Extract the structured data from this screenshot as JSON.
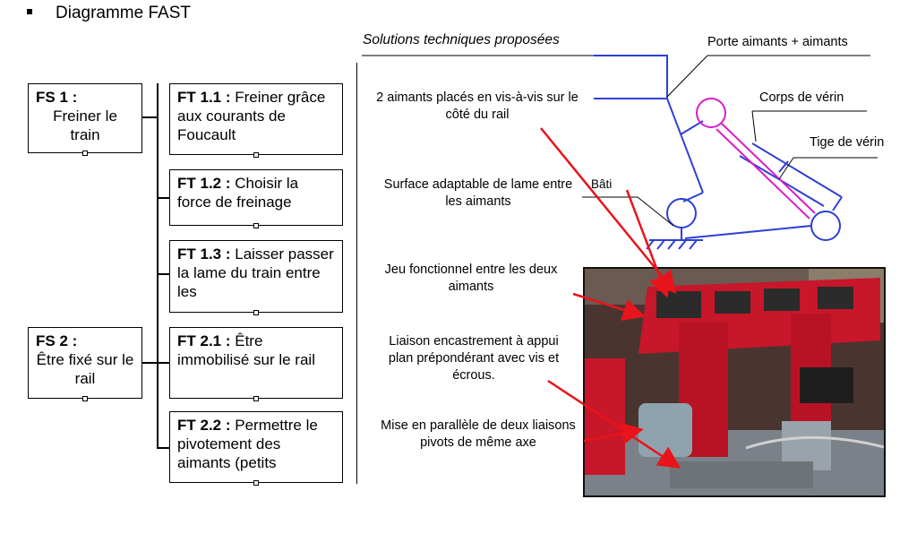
{
  "heading": "Diagramme FAST",
  "solutions_title": "Solutions techniques proposées",
  "fast": {
    "fs1": {
      "code": "FS 1 :",
      "text": "Freiner le train"
    },
    "ft11": {
      "code": "FT 1.1 :",
      "text": " Freiner grâce aux courants de Foucault"
    },
    "ft12": {
      "code": "FT 1.2 :",
      "text": " Choisir la force de freinage"
    },
    "ft13": {
      "code": "FT 1.3 :",
      "text": " Laisser passer la lame du train entre les"
    },
    "fs2": {
      "code": "FS 2 :",
      "text": "Être fixé sur le rail"
    },
    "ft21": {
      "code": "FT 2.1 :",
      "text": " Être immobilisé sur le rail"
    },
    "ft22": {
      "code": "FT 2.2 :",
      "text": " Permettre le pivotement des aimants (petits"
    }
  },
  "solutions": {
    "s1": "2 aimants placés en vis-à-vis sur le côté du rail",
    "s2": "Surface adaptable de lame entre les aimants",
    "s3": "Jeu fonctionnel entre les deux aimants",
    "s4": "Liaison encastrement à appui plan prépondérant avec vis et écrous.",
    "s5": "Mise en parallèle de deux liaisons pivots de même axe"
  },
  "schematic": {
    "porte_aimants": "Porte aimants + aimants",
    "corps_verin": "Corps de  vérin",
    "tige_verin": "Tige de vérin",
    "bati": "Bâti"
  },
  "colors": {
    "arrow": "#e8141b",
    "mechanism": "#2f3fd6",
    "verin": "#d81ec8",
    "photo_red": "#c8162a"
  }
}
